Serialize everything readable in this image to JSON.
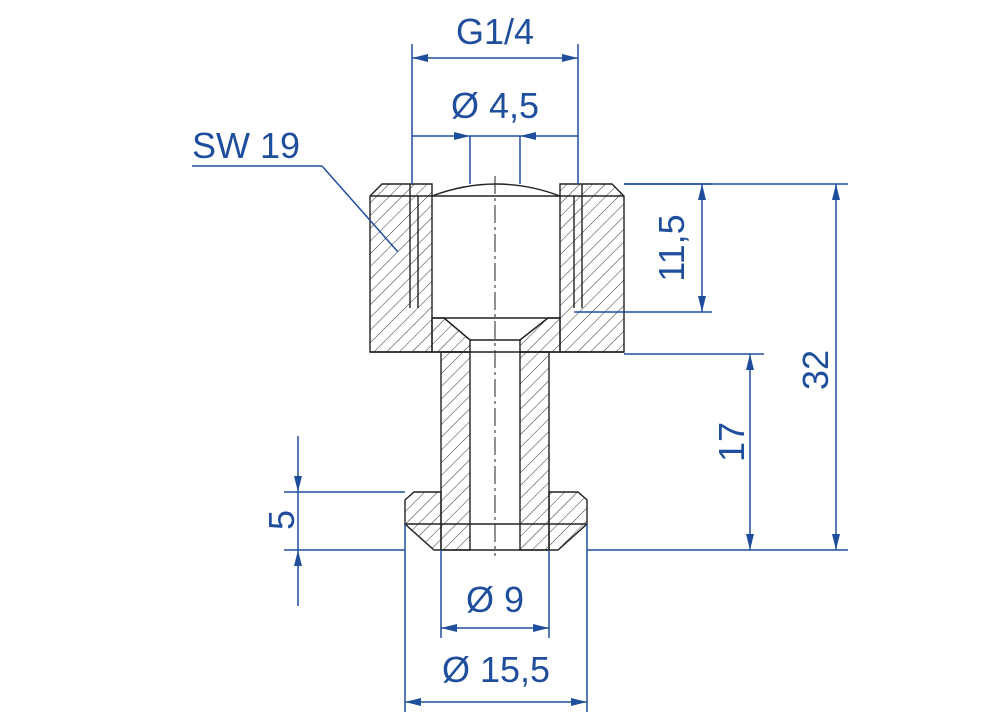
{
  "labels": {
    "thread": "G1/4",
    "bore": "Ø 4,5",
    "wrench_size": "SW 19",
    "thread_depth": "11,5",
    "total_height": "32",
    "lower_height": "17",
    "flange_height": "5",
    "stem_diameter": "Ø 9",
    "flange_diameter": "Ø 15,5"
  },
  "colors": {
    "dimension": "#1f4e9c",
    "outline": "#222222"
  }
}
